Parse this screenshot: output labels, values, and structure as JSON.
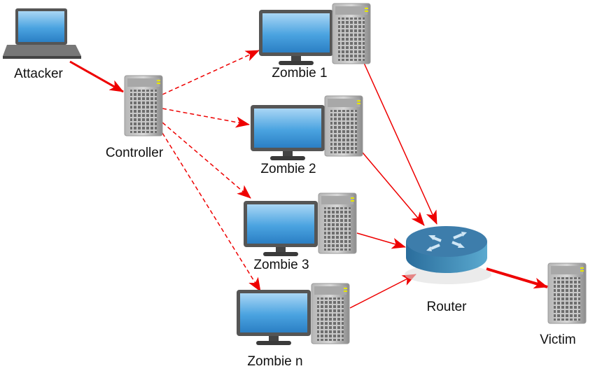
{
  "nodes": {
    "attacker": "Attacker",
    "controller": "Controller",
    "zombie1": "Zombie 1",
    "zombie2": "Zombie 2",
    "zombie3": "Zombie 3",
    "zombien": "Zombie n",
    "router": "Router",
    "victim": "Victim"
  },
  "colors": {
    "arrow": "#ee0000",
    "screen": "#4aa3e0",
    "router": "#3a7fae",
    "server": "#8a8a8a"
  },
  "icons": [
    "laptop-icon",
    "server-icon",
    "desktop-icon",
    "router-icon"
  ]
}
